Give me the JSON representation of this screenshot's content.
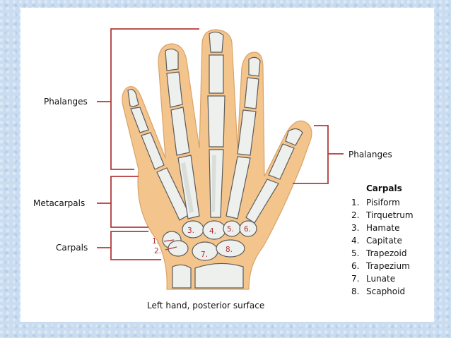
{
  "labels": {
    "phalanges_left": "Phalanges",
    "metacarpals": "Metacarpals",
    "carpals_left": "Carpals",
    "phalanges_right": "Phalanges",
    "caption": "Left hand, posterior surface"
  },
  "legend": {
    "title": "Carpals",
    "items": [
      {
        "num": "1.",
        "name": "Pisiform"
      },
      {
        "num": "2.",
        "name": "Tirquetrum"
      },
      {
        "num": "3.",
        "name": "Hamate"
      },
      {
        "num": "4.",
        "name": "Capitate"
      },
      {
        "num": "5.",
        "name": "Trapezoid"
      },
      {
        "num": "6.",
        "name": "Trapezium"
      },
      {
        "num": "7.",
        "name": "Lunate"
      },
      {
        "num": "8.",
        "name": "Scaphoid"
      }
    ]
  },
  "bone_numbers": [
    "1.",
    "2.",
    "3.",
    "4.",
    "5.",
    "6.",
    "7.",
    "8."
  ],
  "colors": {
    "background": "#c9dcf0",
    "skin": "#f3c48b",
    "bone": "#eef0ed",
    "bracket": "#b23a3a",
    "numbers": "#b0303a"
  }
}
